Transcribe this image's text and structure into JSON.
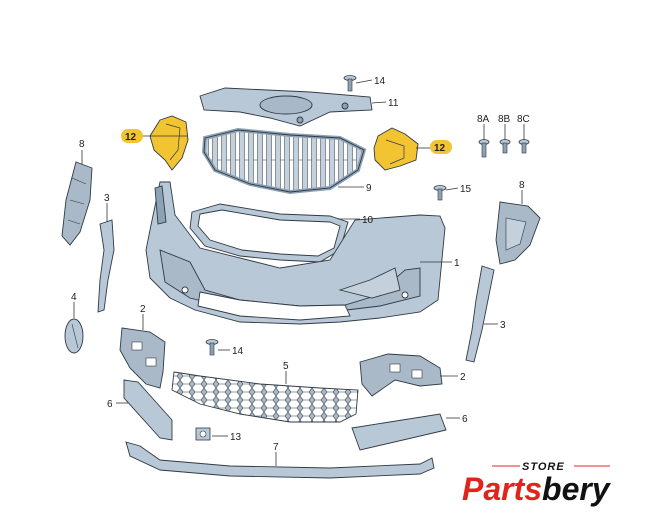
{
  "colors": {
    "part_fill": "#b9c8d6",
    "part_dark": "#8ea2b5",
    "part_line": "#2f3a45",
    "highlight": "#f2c431",
    "brand_red": "#e0241b",
    "brand_black": "#111111"
  },
  "callouts": {
    "c1": "1",
    "c2a": "2",
    "c2b": "2",
    "c3a": "3",
    "c3b": "3",
    "c4": "4",
    "c5": "5",
    "c6a": "6",
    "c6b": "6",
    "c7": "7",
    "c8a": "8",
    "c8b": "8",
    "c8A": "8A",
    "c8B": "8B",
    "c8C": "8C",
    "c9": "9",
    "c10": "10",
    "c11": "11",
    "c12a": "12",
    "c12b": "12",
    "c13": "13",
    "c14a": "14",
    "c14b": "14",
    "c15": "15"
  },
  "brand": {
    "store": "STORE",
    "name_a": "Parts",
    "name_b": "bery"
  }
}
